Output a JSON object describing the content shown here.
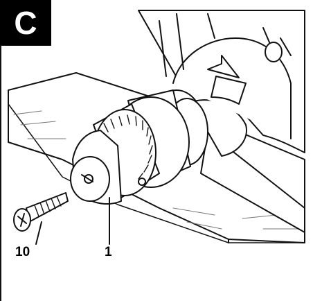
{
  "panel": {
    "label": "C"
  },
  "callouts": [
    {
      "id": "screw",
      "text": "10"
    },
    {
      "id": "chuck",
      "text": "1"
    }
  ],
  "colors": {
    "line": "#111111",
    "background": "#ffffff",
    "badge": "#000000"
  }
}
